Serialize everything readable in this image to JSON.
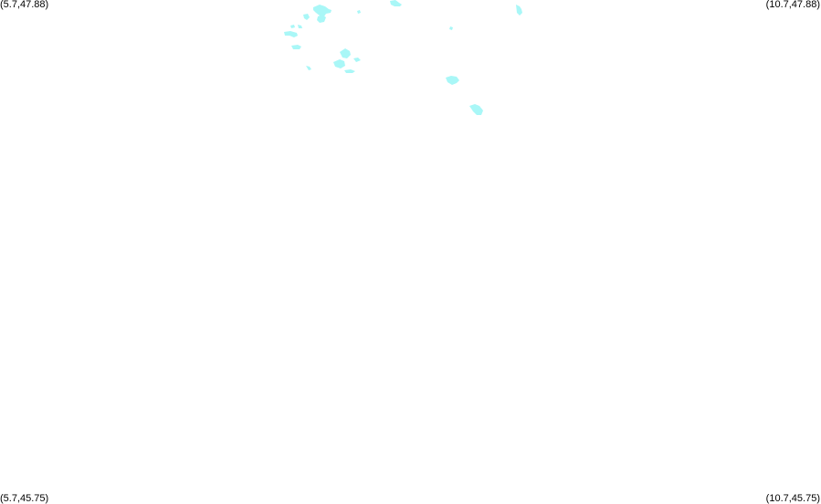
{
  "map": {
    "background_color": "#ffffff",
    "feature_color": "#a9f7f7",
    "feature_type": "lakes",
    "corners": {
      "top_left": "(5.7,47.88)",
      "top_right": "(10.7,47.88)",
      "bottom_left": "(5.7,45.75)",
      "bottom_right": "(10.7,45.75)"
    }
  }
}
